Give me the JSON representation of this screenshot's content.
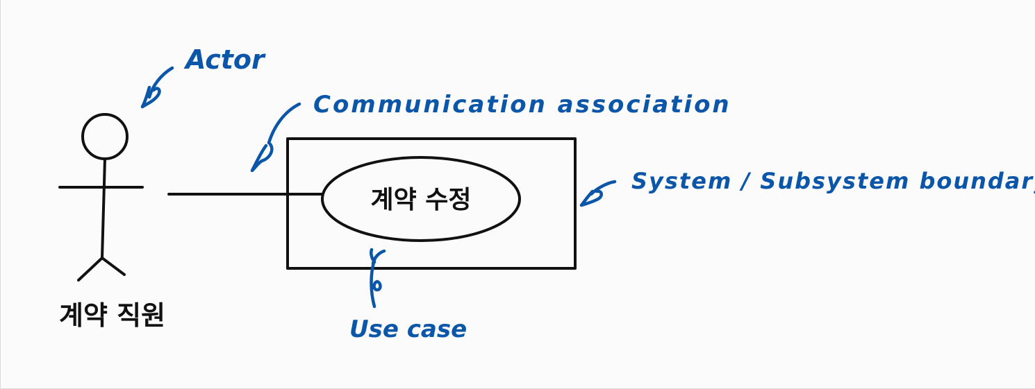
{
  "diagram": {
    "actor": {
      "name": "계약 직원",
      "annotation": "Actor"
    },
    "use_case": {
      "name": "계약 수정",
      "annotation": "Use case"
    },
    "association": {
      "annotation": "Communication association"
    },
    "boundary": {
      "annotation": "System / Subsystem boundary"
    },
    "colors": {
      "annotation_ink": "#0b56a8",
      "diagram_ink": "#111111",
      "background": "#fbfbfb"
    }
  }
}
